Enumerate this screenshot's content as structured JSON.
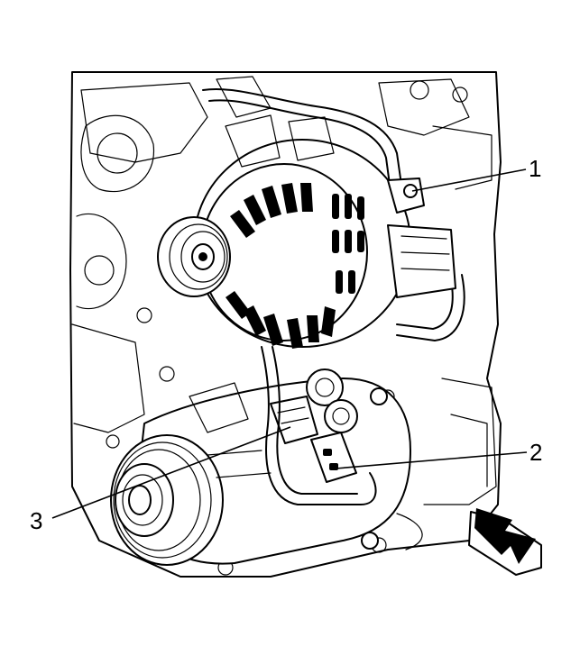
{
  "callouts": [
    {
      "id": "1",
      "label": "1"
    },
    {
      "id": "2",
      "label": "2"
    },
    {
      "id": "3",
      "label": "3"
    }
  ],
  "colors": {
    "line": "#000000",
    "background": "#ffffff"
  },
  "icons": {
    "direction": "direction-arrow-icon"
  }
}
